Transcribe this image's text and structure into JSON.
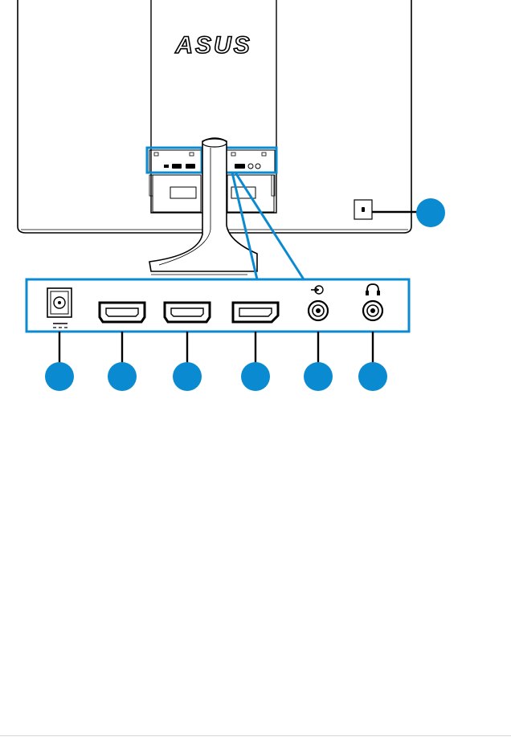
{
  "brand": {
    "logo": "ASUS"
  },
  "colors": {
    "accent": "#0a8bd1",
    "outline": "#000000",
    "background": "#ffffff"
  },
  "callouts": [
    {
      "id": "kensington-lock",
      "label": "",
      "icon": "lock-slot-icon"
    },
    {
      "id": "dc-in",
      "label": "",
      "icon": "dc-power-icon"
    },
    {
      "id": "hdmi-1",
      "label": "",
      "icon": "hdmi-port-icon"
    },
    {
      "id": "hdmi-2",
      "label": "",
      "icon": "hdmi-port-icon"
    },
    {
      "id": "displayport",
      "label": "",
      "icon": "displayport-icon"
    },
    {
      "id": "audio-in",
      "label": "",
      "icon": "audio-in-icon"
    },
    {
      "id": "earphone-out",
      "label": "",
      "icon": "headphone-icon"
    }
  ]
}
